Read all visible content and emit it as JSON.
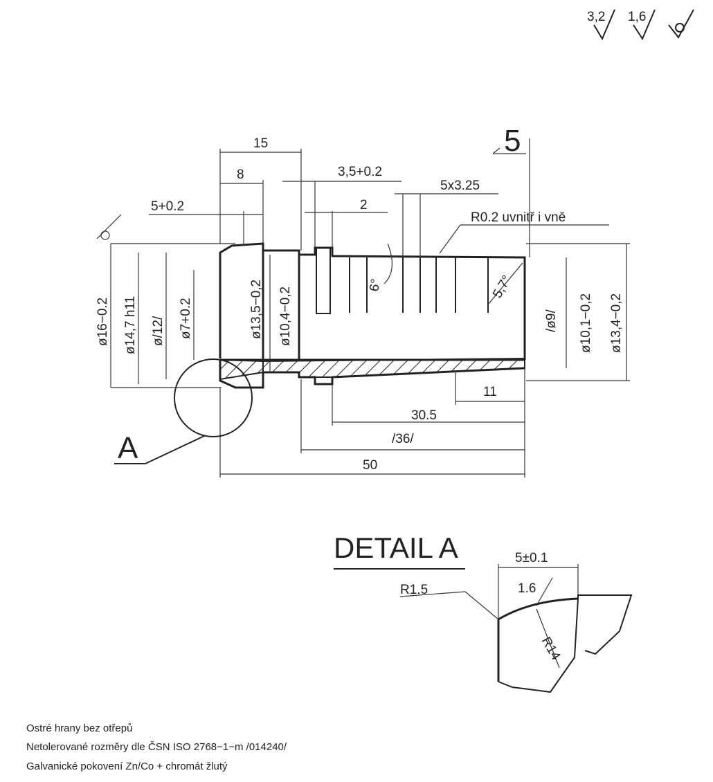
{
  "surface_symbols": [
    "3,2",
    "1,6"
  ],
  "dimensions": {
    "len_15": "15",
    "len_8": "8",
    "len_5": "5+0.2",
    "len_3_5": "3,5+0.2",
    "len_2": "2",
    "len_5x3_25": "5x3.25",
    "radius_note": "R0.2 uvnitř i vně",
    "angle_6": "6°",
    "angle_5_7": "5,7°",
    "dia_16": "ø16−0.2",
    "dia_14_7": "ø14,7 h11",
    "dia_12": "ø/12/",
    "dia_7": "ø7+0.2",
    "dia_13_5": "ø13,5−0,2",
    "dia_10_4": "ø10,4−0,2",
    "dia_9": "/ø9/",
    "dia_10_1": "ø10,1−0,2",
    "dia_13_4": "ø13,4−0,2",
    "len_11": "11",
    "len_30_5": "30.5",
    "len_36": "/36/",
    "len_50": "50",
    "section_mark": "5"
  },
  "detail": {
    "label_a": "A",
    "title": "DETAIL A",
    "len_5_01": "5±0.1",
    "roughness": "1.6",
    "r1_5": "R1.5",
    "r14": "R14"
  },
  "notes": [
    "Ostré hrany bez otřepů",
    "Netolerované rozměry dle ČSN ISO 2768−1−m /014240/",
    "Galvanické pokovení Zn/Co + chromát žlutý"
  ]
}
